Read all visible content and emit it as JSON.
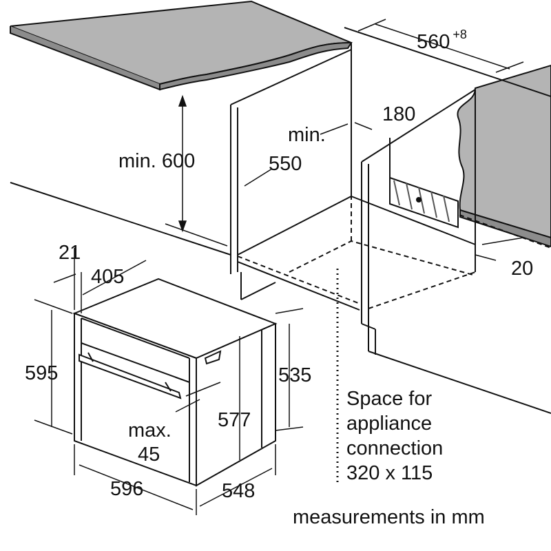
{
  "dimensions": {
    "niche_depth": "560",
    "niche_depth_tolerance": "+8",
    "vent_gap": "180",
    "min_width_prefix": "min.",
    "min_width": "550",
    "min_height": "min. 600",
    "rear_gap": "20",
    "front_frame_depth": "21",
    "top_depth": "405",
    "oven_height": "595",
    "body_height": "535",
    "body_inner_height": "577",
    "max_prefix": "max.",
    "max_value": "45",
    "oven_width": "596",
    "oven_depth": "548"
  },
  "connection_note": [
    "Space for",
    "appliance",
    "connection",
    "320 x 115"
  ],
  "units_note": "measurements in mm",
  "colors": {
    "line": "#111111",
    "countertop": "#b4b4b4",
    "hatch": "#555555"
  }
}
